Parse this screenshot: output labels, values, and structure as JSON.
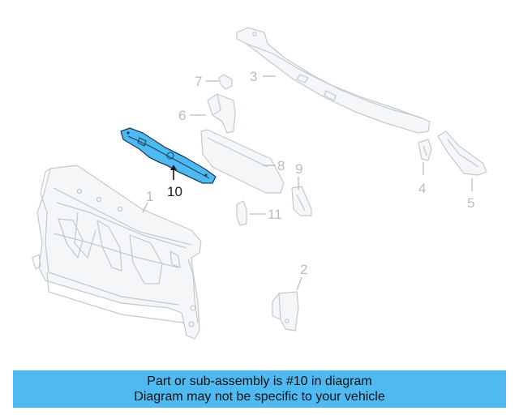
{
  "diagram": {
    "highlight_color": "#4fb9f2",
    "highlighted_part": "10",
    "callouts": [
      {
        "id": "1",
        "label": "1"
      },
      {
        "id": "2",
        "label": "2"
      },
      {
        "id": "3",
        "label": "3"
      },
      {
        "id": "4",
        "label": "4"
      },
      {
        "id": "5",
        "label": "5"
      },
      {
        "id": "6",
        "label": "6"
      },
      {
        "id": "7",
        "label": "7"
      },
      {
        "id": "8",
        "label": "8"
      },
      {
        "id": "9",
        "label": "9"
      },
      {
        "id": "10",
        "label": "10"
      },
      {
        "id": "11",
        "label": "11"
      }
    ]
  },
  "banner": {
    "line1": "Part or sub-assembly is #10 in diagram",
    "line2": "Diagram may not be specific to your vehicle",
    "background": "#4fb9f2"
  }
}
